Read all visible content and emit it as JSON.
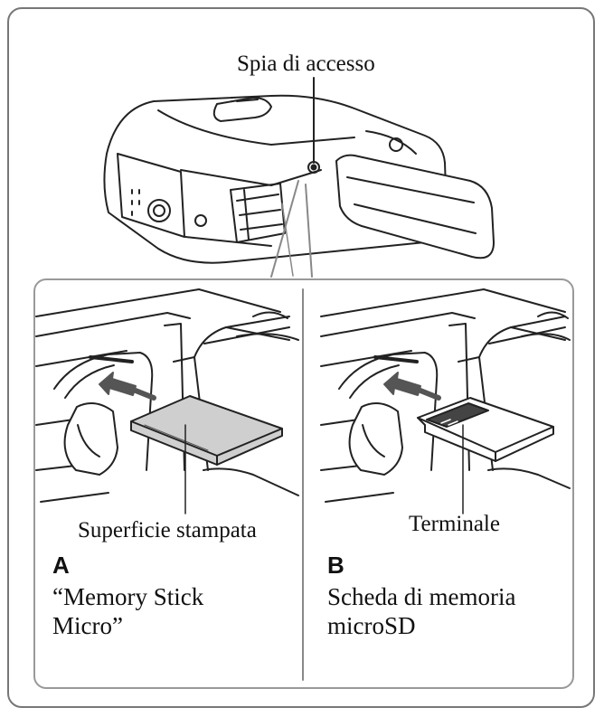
{
  "labels": {
    "access_lamp": "Spia di accesso",
    "printed_surface": "Superficie stampata",
    "terminal": "Terminale"
  },
  "panels": [
    {
      "letter": "A",
      "line1": "“Memory Stick",
      "line2": "Micro”"
    },
    {
      "letter": "B",
      "line1": "Scheda di memoria",
      "line2": "microSD"
    }
  ]
}
